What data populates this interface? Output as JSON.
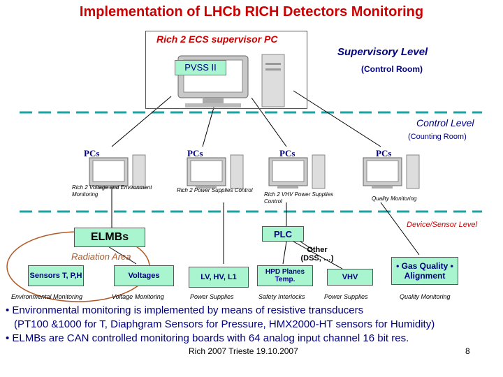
{
  "title": "Implementation of LHCb RICH Detectors Monitoring",
  "supervisor_pc": "Rich 2 ECS supervisor PC",
  "supervisor_pc_ecs": "ECS",
  "pvss": "PVSS II",
  "supervisory_level": "Supervisory Level",
  "control_room": "(Control Room)",
  "control_level": "Control Level",
  "counting_room": "(Counting Room)",
  "pcs": [
    "PCs",
    "PCs",
    "PCs",
    "PCs"
  ],
  "pc_captions": [
    "Rich 2 Voltage and Environment Monitoring",
    "Rich 2 Power Supplies Control",
    "Rich 2 VHV Power Supplies Control",
    "Quality Monitoring"
  ],
  "device_level": "Device/Sensor Level",
  "elmbs": "ELMBs",
  "plc": "PLC",
  "radiation_area": "Radiation Area",
  "boxes": {
    "sensors": "Sensors T, P,H",
    "voltages": "Voltages",
    "lv": "LV, HV, L1",
    "hpd": "HPD Planes Temp.",
    "vhv": "VHV",
    "quality": "• Gas Quality • Alignment"
  },
  "other": "Other (DSS, …)",
  "bottom_labels": [
    "Environmental Monitoring",
    "Voltage Monitoring",
    "Power Supplies",
    "Safety Interlocks",
    "Power Supplies",
    "Quality Monitoring"
  ],
  "bullets": [
    "• Environmental monitoring is implemented by means of resistive transducers",
    "(PT100 &1000 for T, Diaphgram Sensors for Pressure, HMX2000-HT sensors for Humidity)",
    "• ELMBs are CAN controlled monitoring boards with 64 analog input channel 16 bit res."
  ],
  "footer": "Rich 2007 Trieste 19.10.2007",
  "page_number": "8"
}
